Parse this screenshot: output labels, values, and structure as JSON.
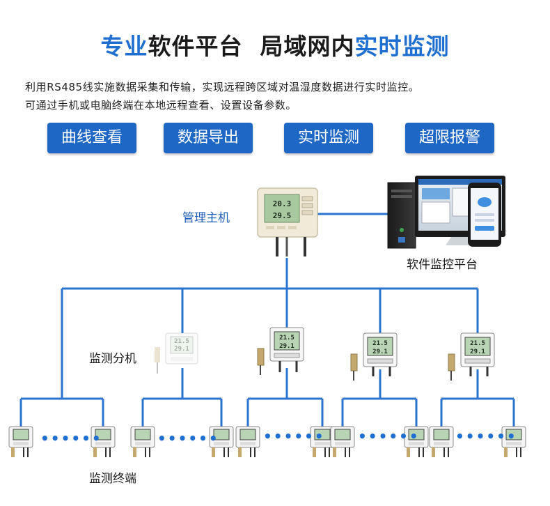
{
  "header": {
    "title_parts": [
      {
        "text": "专业",
        "color": "blue"
      },
      {
        "text": "软件平台  局域网内",
        "color": "dark"
      },
      {
        "text": "实时监测",
        "color": "blue"
      }
    ],
    "desc_line1": "利用RS485线实施数据采集和传输，实现远程跨区域对温湿度数据进行实时监控。",
    "desc_line2": "可通过手机或电脑终端在本地远程查看、设置设备参数。"
  },
  "buttons": [
    "曲线查看",
    "数据导出",
    "实时监测",
    "超限报警"
  ],
  "labels": {
    "host": "管理主机",
    "software": "软件监控平台",
    "sub_unit": "监测分机",
    "terminal": "监测终端"
  },
  "device": {
    "host_readings": [
      "20.3",
      "29.5"
    ],
    "sub_readings": [
      "21.5",
      "29.1"
    ]
  },
  "colors": {
    "accent": "#1f6fd1",
    "button": "#1f67c4",
    "line": "#2a74d0"
  },
  "icons": [
    "monitor-device-icon",
    "pc-tower-icon",
    "monitor-screen-icon",
    "smartphone-icon",
    "sensor-terminal-icon"
  ]
}
